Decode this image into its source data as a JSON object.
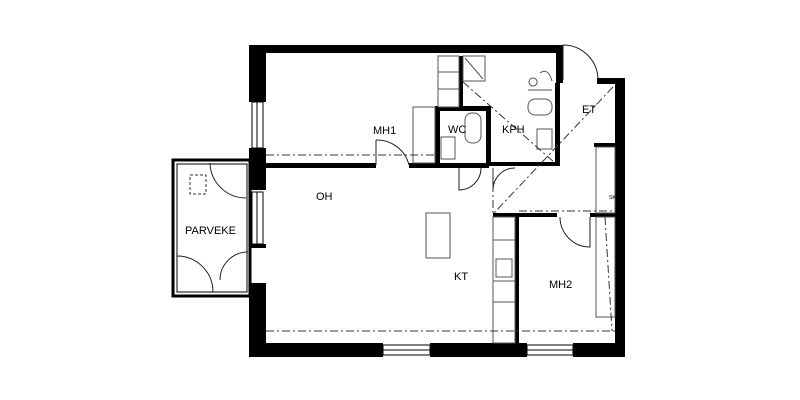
{
  "rooms": {
    "mh1": "MH1",
    "wc": "WC",
    "kph": "KPH",
    "et": "ET",
    "oh": "OH",
    "parveke": "PARVEKE",
    "kt": "KT",
    "mh2": "MH2",
    "sk": "SK"
  }
}
